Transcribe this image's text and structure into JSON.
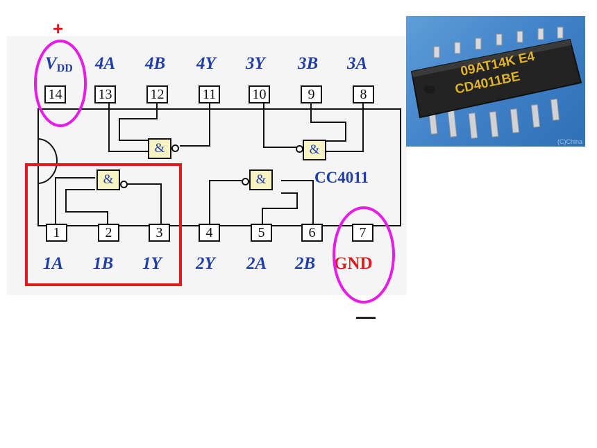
{
  "pinout": {
    "chip_label": "CC4011",
    "top_pins": [
      {
        "number": "14",
        "label": "V_DD"
      },
      {
        "number": "13",
        "label": "4A"
      },
      {
        "number": "12",
        "label": "4B"
      },
      {
        "number": "11",
        "label": "4Y"
      },
      {
        "number": "10",
        "label": "3Y"
      },
      {
        "number": "9",
        "label": "3B"
      },
      {
        "number": "8",
        "label": "3A"
      }
    ],
    "bottom_pins": [
      {
        "number": "1",
        "label": "1A"
      },
      {
        "number": "2",
        "label": "1B"
      },
      {
        "number": "3",
        "label": "1Y"
      },
      {
        "number": "4",
        "label": "2Y"
      },
      {
        "number": "5",
        "label": "2A"
      },
      {
        "number": "6",
        "label": "2B"
      },
      {
        "number": "7",
        "label": "GND"
      }
    ],
    "vdd_main": "V",
    "vdd_sub": "DD",
    "gate_symbol": "&"
  },
  "annotations": {
    "plus": "+",
    "minus": "—"
  },
  "photo": {
    "marking_line1": "09AT14K E4",
    "marking_line2": "CD4011BE",
    "watermark": "(C)China"
  },
  "colors": {
    "label_blue": "#1f3ea8",
    "gnd_red": "#e01b1b",
    "highlight_magenta": "#e61de6",
    "highlight_red": "#e01b1b",
    "gate_fill": "#f7f3c2"
  }
}
